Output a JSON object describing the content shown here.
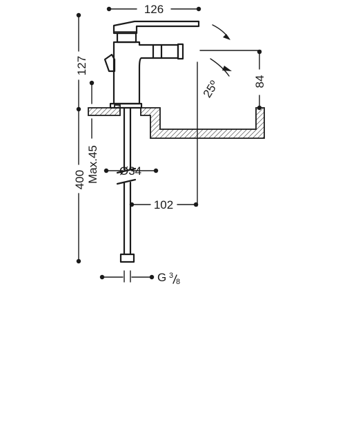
{
  "dimensions": {
    "top_width": "126",
    "body_height": "127",
    "spout_height": "84",
    "angle": "25º",
    "max_thickness": "Max.45",
    "pipe_length": "400",
    "diameter": "Ø34",
    "spout_reach": "102",
    "thread_base": "G",
    "thread_num": "3",
    "thread_den": "8"
  }
}
